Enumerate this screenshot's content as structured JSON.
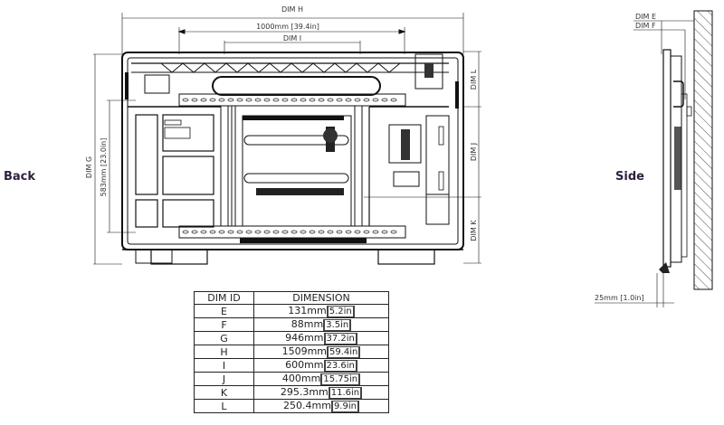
{
  "views": {
    "back_label": "Back",
    "side_label": "Side"
  },
  "back_dims": {
    "dim_h": "DIM H",
    "dim_h_mm": "1000mm",
    "dim_h_in": "39.4in",
    "dim_i": "DIM I",
    "dim_g": "DIM G",
    "dim_g_mm": "583mm",
    "dim_g_in": "23.0in",
    "dim_l": "DIM L",
    "dim_j": "DIM J",
    "dim_k": "DIM K"
  },
  "side_dims": {
    "dim_e": "DIM E",
    "dim_f": "DIM F",
    "bottom_mm": "25mm",
    "bottom_in": "1.0in"
  },
  "table": {
    "headers": [
      "DIM ID",
      "DIMENSION"
    ],
    "rows": [
      {
        "id": "E",
        "mm": "131mm",
        "in": "5.2in"
      },
      {
        "id": "F",
        "mm": "88mm",
        "in": "3.5in"
      },
      {
        "id": "G",
        "mm": "946mm",
        "in": "37.2in"
      },
      {
        "id": "H",
        "mm": "1509mm",
        "in": "59.4in"
      },
      {
        "id": "I",
        "mm": "600mm",
        "in": "23.6in"
      },
      {
        "id": "J",
        "mm": "400mm",
        "in": "15.75in"
      },
      {
        "id": "K",
        "mm": "295.3mm",
        "in": "11.6in"
      },
      {
        "id": "L",
        "mm": "250.4mm",
        "in": "9.9in"
      }
    ]
  },
  "colors": {
    "label": "#2e1f3e",
    "line": "#111111"
  }
}
